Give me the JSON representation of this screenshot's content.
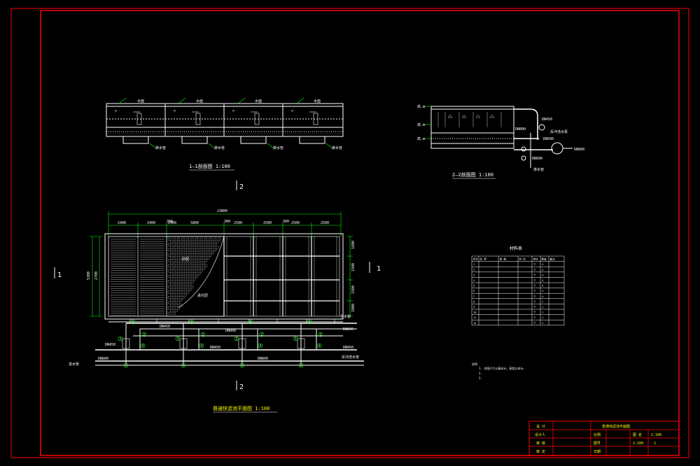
{
  "section_1": {
    "title": "1—1剖面图 1:100",
    "label": "水面",
    "drain_label": "排水管",
    "elev_labels": [
      "▽",
      "▽",
      "▽",
      "▽"
    ]
  },
  "section_2": {
    "title": "2—2剖面图 1:100",
    "elev_labels": [
      "高.m",
      "高.m",
      "高.m"
    ],
    "pipe_dn450": "DN450",
    "pipe_dn800": "DN800",
    "pipe_dn500": "DN500",
    "pipe_dn600": "DN600",
    "pump_label": "反冲洗水泵",
    "drain_label": "排水管"
  },
  "plan": {
    "title": "普通快滤池平面图 1:100",
    "total_width": "23800",
    "dims_top": [
      "2400",
      "2400",
      "2400",
      "5800",
      "2500",
      "2500",
      "2500",
      "2500"
    ],
    "dims_small": [
      "300",
      "300",
      "300"
    ],
    "left_dims": [
      "5300",
      "2700"
    ],
    "right_dims": [
      "1600",
      "1500",
      "1500",
      "1000"
    ],
    "pipe_labels": {
      "dn450_a": "DN450",
      "dn450_b": "DN450",
      "dn450_c": "DN450",
      "dn450_d": "DN450",
      "dn800_a": "DN800",
      "dn800_b": "DN800",
      "dn800_c": "DN800",
      "dn800_d": "DN800"
    },
    "inlet_label": "进水管",
    "outlet_label": "反冲洗水管",
    "drain_label": "排水管",
    "hatch_label_a": "砂层",
    "hatch_label_b": "承托层"
  },
  "section_marks": {
    "left": "1",
    "right": "1",
    "top": "2",
    "bottom": "2"
  },
  "bubbles": [
    "1",
    "2",
    "3",
    "4",
    "5",
    "1",
    "2",
    "3",
    "4",
    "5",
    "1",
    "2",
    "3",
    "4",
    "5",
    "1",
    "2",
    "3",
    "4",
    "5"
  ],
  "materials": {
    "title": "材料表",
    "headers": [
      "序号",
      "名 称",
      "规 格",
      "材 料",
      "单位",
      "数量",
      "备注"
    ],
    "rows": [
      [
        "1",
        "",
        "",
        "",
        "个",
        "4",
        ""
      ],
      [
        "2",
        "",
        "",
        "",
        "个",
        "4",
        ""
      ],
      [
        "3",
        "",
        "",
        "",
        "个",
        "4",
        ""
      ],
      [
        "4",
        "",
        "",
        "",
        "个",
        "4",
        ""
      ],
      [
        "5",
        "",
        "",
        "",
        "个",
        "4",
        ""
      ],
      [
        "6",
        "",
        "",
        "",
        "个",
        "4",
        ""
      ],
      [
        "7",
        "",
        "",
        "",
        "个",
        "4",
        ""
      ],
      [
        "8",
        "",
        "",
        "",
        "个",
        "1",
        ""
      ],
      [
        "9",
        "",
        "",
        "",
        "个",
        "1",
        ""
      ],
      [
        "10",
        "",
        "",
        "",
        "个",
        "1",
        ""
      ],
      [
        "11",
        "",
        "",
        "",
        "个",
        "1",
        ""
      ],
      [
        "12",
        "",
        "",
        "",
        "个",
        "1",
        ""
      ]
    ]
  },
  "notes": {
    "head": "说明",
    "lines": [
      "1. 本图尺寸以毫米计，高程以米计。",
      "2. ",
      "3. "
    ]
  },
  "title_block": {
    "drawing_name": "普通快滤池平面图",
    "row1": [
      "设 计",
      "",
      "图 名",
      ""
    ],
    "row2": [
      "设计人",
      "",
      "比例",
      "1:100"
    ],
    "row3": [
      "审 核",
      "",
      "图号",
      "1"
    ],
    "row4": [
      "审 定",
      "",
      "日期",
      ""
    ],
    "scale": "1:100"
  },
  "colors": {
    "frame": "#ff0000",
    "line": "#ffffff",
    "dim": "#00ff00",
    "text": "#ffff00",
    "pipe": "#ffffff",
    "bubble": "#00ff00"
  }
}
